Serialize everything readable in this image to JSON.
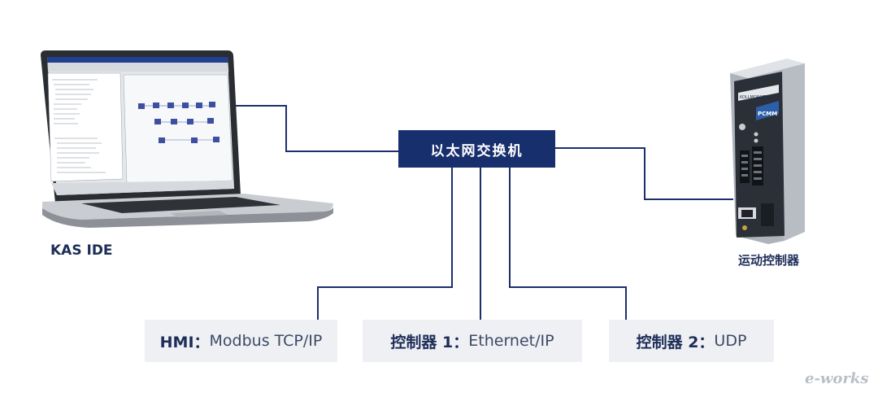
{
  "switch": {
    "label": "以太网交换机"
  },
  "ide": {
    "label": "KAS IDE"
  },
  "motion_controller": {
    "label": "运动控制器",
    "brand": "KOLLMORGEN",
    "model": "PCMM"
  },
  "protocols": [
    {
      "name": "HMI：",
      "protocol": "Modbus TCP/IP"
    },
    {
      "name": "控制器 1：",
      "protocol": "Ethernet/IP"
    },
    {
      "name": "控制器 2：",
      "protocol": "UDP"
    }
  ],
  "watermark": "e-works",
  "colors": {
    "navy": "#182f6e",
    "line": "#1b2f6b",
    "box_bg": "#eef0f3"
  }
}
